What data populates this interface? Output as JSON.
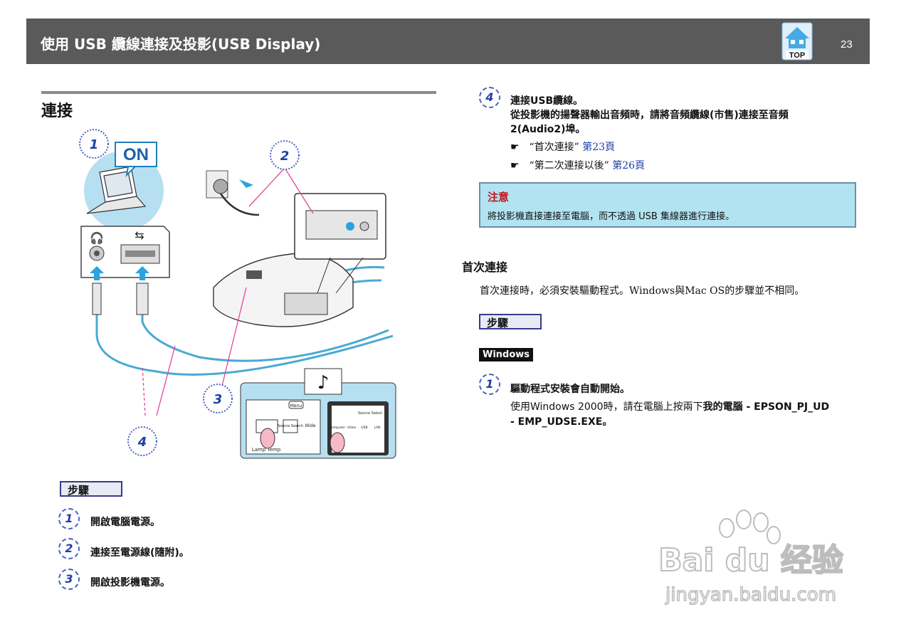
{
  "header": {
    "title": "使用 USB 纜線連接及投影(USB Display)",
    "top_label": "TOP",
    "page_number": "23"
  },
  "section": {
    "title": "連接"
  },
  "figure": {
    "on_label": "ON",
    "callouts": [
      "1",
      "2",
      "3",
      "4"
    ],
    "panel_labels": {
      "menu": "Menu",
      "source_search": "Source Search",
      "wide": "Wide",
      "lamp_temp": "Lamp Temp",
      "remote_source_select": "Source Select",
      "remote_computer": "Computer",
      "remote_video": "Video",
      "remote_usb": "USB",
      "remote_lan": "LAN"
    }
  },
  "left_steps": {
    "label": "步驟",
    "items": [
      {
        "num": "1",
        "text": "開啟電腦電源。"
      },
      {
        "num": "2",
        "text": "連接至電源線(隨附)。"
      },
      {
        "num": "3",
        "text": "開啟投影機電源。"
      }
    ]
  },
  "step4": {
    "num": "4",
    "line1": "連接USB纜線。",
    "line2": "從投影機的揚聲器輸出音頻時，請將音頻纜線(市售)連接至音頻",
    "line3": "2(Audio2)埠。",
    "refs": [
      {
        "text": "“首次連接”",
        "page": "第23頁"
      },
      {
        "text": "“第二次連接以後”",
        "page": "第26頁"
      }
    ]
  },
  "note": {
    "title": "注意",
    "text": "將投影機直接連接至電腦，而不透過  USB  集線器進行連接。"
  },
  "first_connect": {
    "heading": "首次連接",
    "text": "首次連接時，必須安裝驅動程式。Windows與Mac  OS的步驟並不相同。",
    "step_label": "步驟",
    "os_badge": "Windows",
    "step1": {
      "num": "1",
      "title": "驅動程式安裝會自動開始。",
      "desc_pre": "使用Windows 2000時，請在電腦上按兩下",
      "desc_bold": "我的電腦 - EPSON_PJ_UD",
      "desc_line2": "- EMP_UDSE.EXE。"
    }
  },
  "watermark": {
    "brand": "Bai du 经验",
    "url": "jingyan.baidu.com"
  },
  "colors": {
    "header_bg": "#5a5a5a",
    "accent_blue": "#1f3fa8",
    "note_bg": "#b2e3f0",
    "note_title": "#c0141c",
    "link": "#1a3ca8"
  }
}
